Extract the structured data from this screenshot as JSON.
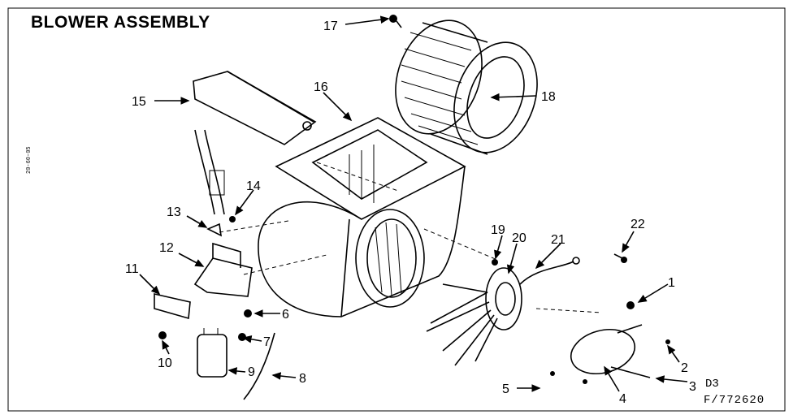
{
  "title": "BLOWER ASSEMBLY",
  "side_code": "20-60-05",
  "drawing_codes": {
    "d3": "D3",
    "figure": "F/772620"
  },
  "callouts": {
    "c1": "1",
    "c2": "2",
    "c3": "3",
    "c4": "4",
    "c5": "5",
    "c6": "6",
    "c7": "7",
    "c8": "8",
    "c9": "9",
    "c10": "10",
    "c11": "11",
    "c12": "12",
    "c13": "13",
    "c14": "14",
    "c15": "15",
    "c16": "16",
    "c17": "17",
    "c18": "18",
    "c19": "19",
    "c20": "20",
    "c21": "21",
    "c22": "22"
  }
}
